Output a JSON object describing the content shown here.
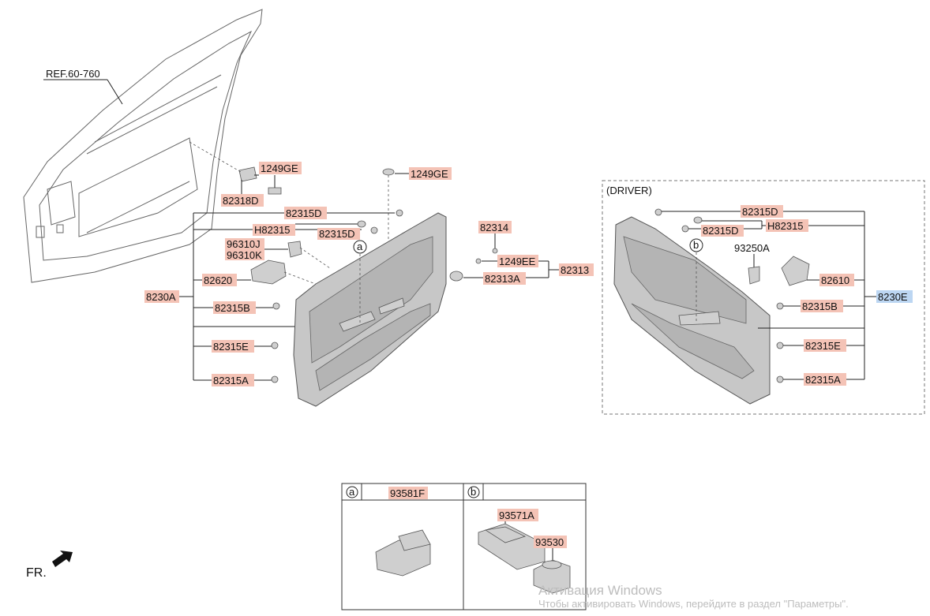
{
  "diagram": {
    "ref": "REF.60-760",
    "direction": "FR.",
    "driver_label": "(DRIVER)",
    "circle_a": "a",
    "circle_b": "b",
    "parts": {
      "p1249GE_a": "1249GE",
      "p1249GE_b": "1249GE",
      "p82318D": "82318D",
      "p82315D_l1": "82315D",
      "pH82315_l": "H82315",
      "p82315D_l2": "82315D",
      "p96310J": "96310J",
      "p96310K": "96310K",
      "p82620": "82620",
      "p8230A": "8230A",
      "p82315B_l": "82315B",
      "p82315E_l": "82315E",
      "p82315A_l": "82315A",
      "p82314": "82314",
      "p1249EE": "1249EE",
      "p82313A": "82313A",
      "p82313": "82313",
      "p82315D_r1": "82315D",
      "p82315D_r2": "82315D",
      "pH82315_r": "H82315",
      "p93250A": "93250A",
      "p82610": "82610",
      "p8230E": "8230E",
      "p82315B_r": "82315B",
      "p82315E_r": "82315E",
      "p82315A_r": "82315A",
      "p93581F": "93581F",
      "p93571A": "93571A",
      "p93530": "93530"
    }
  },
  "watermark": {
    "line1": "Активация Windows",
    "line2": "Чтобы активировать Windows, перейдите в раздел \"Параметры\"."
  },
  "colors": {
    "highlight": "#f4c3b6",
    "highlight_selected": "#bcd6f2"
  }
}
